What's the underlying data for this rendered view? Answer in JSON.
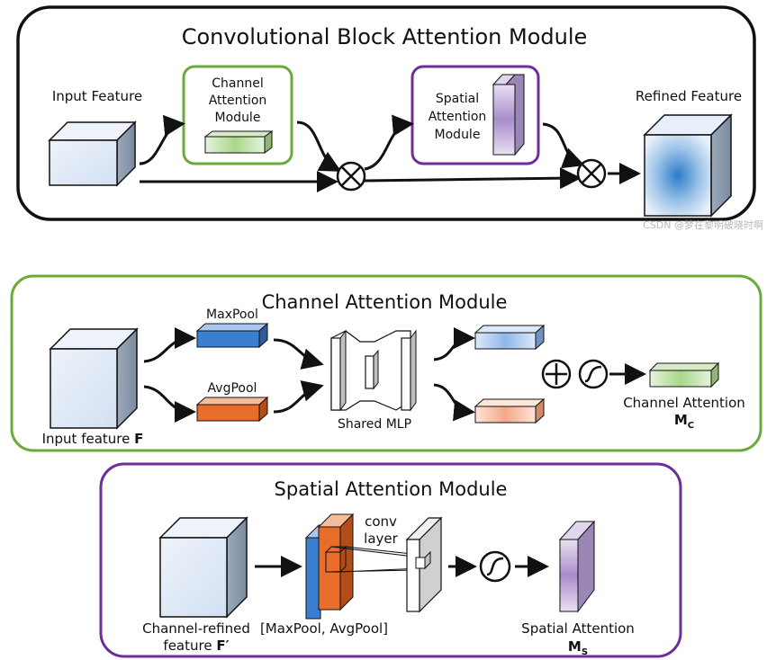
{
  "cbam": {
    "title": "Convolutional Block Attention Module",
    "input_label": "Input Feature",
    "channel_box_line1": "Channel",
    "channel_box_line2": "Attention",
    "channel_box_line3": "Module",
    "spatial_box_line1": "Spatial",
    "spatial_box_line2": "Attention",
    "spatial_box_line3": "Module",
    "output_label": "Refined Feature",
    "multiply_symbol": "⊗",
    "border_color": "#111111",
    "channel_color": "#6aaa3a",
    "spatial_color": "#6b2f9c"
  },
  "watermark": "CSDN @梦在黎明破晓时啊",
  "channel_module": {
    "title": "Channel Attention Module",
    "input_label": "Input feature ",
    "input_symbol": "F",
    "maxpool_label": "MaxPool",
    "avgpool_label": "AvgPool",
    "mlp_label": "Shared MLP",
    "output_label": "Channel Attention",
    "output_symbol": "M",
    "output_subscript": "C",
    "border_color": "#6aaa3a",
    "maxpool_color": "#3b7fd1",
    "avgpool_color": "#e86d2a"
  },
  "spatial_module": {
    "title": "Spatial Attention Module",
    "input_label_line1": "Channel-refined",
    "input_label_line2": "feature ",
    "input_symbol": "F′",
    "pool_label": "[MaxPool, AvgPool]",
    "conv_label_line1": "conv",
    "conv_label_line2": "layer",
    "output_label": "Spatial Attention",
    "output_symbol": "M",
    "output_subscript": "S",
    "border_color": "#6b2f9c"
  }
}
